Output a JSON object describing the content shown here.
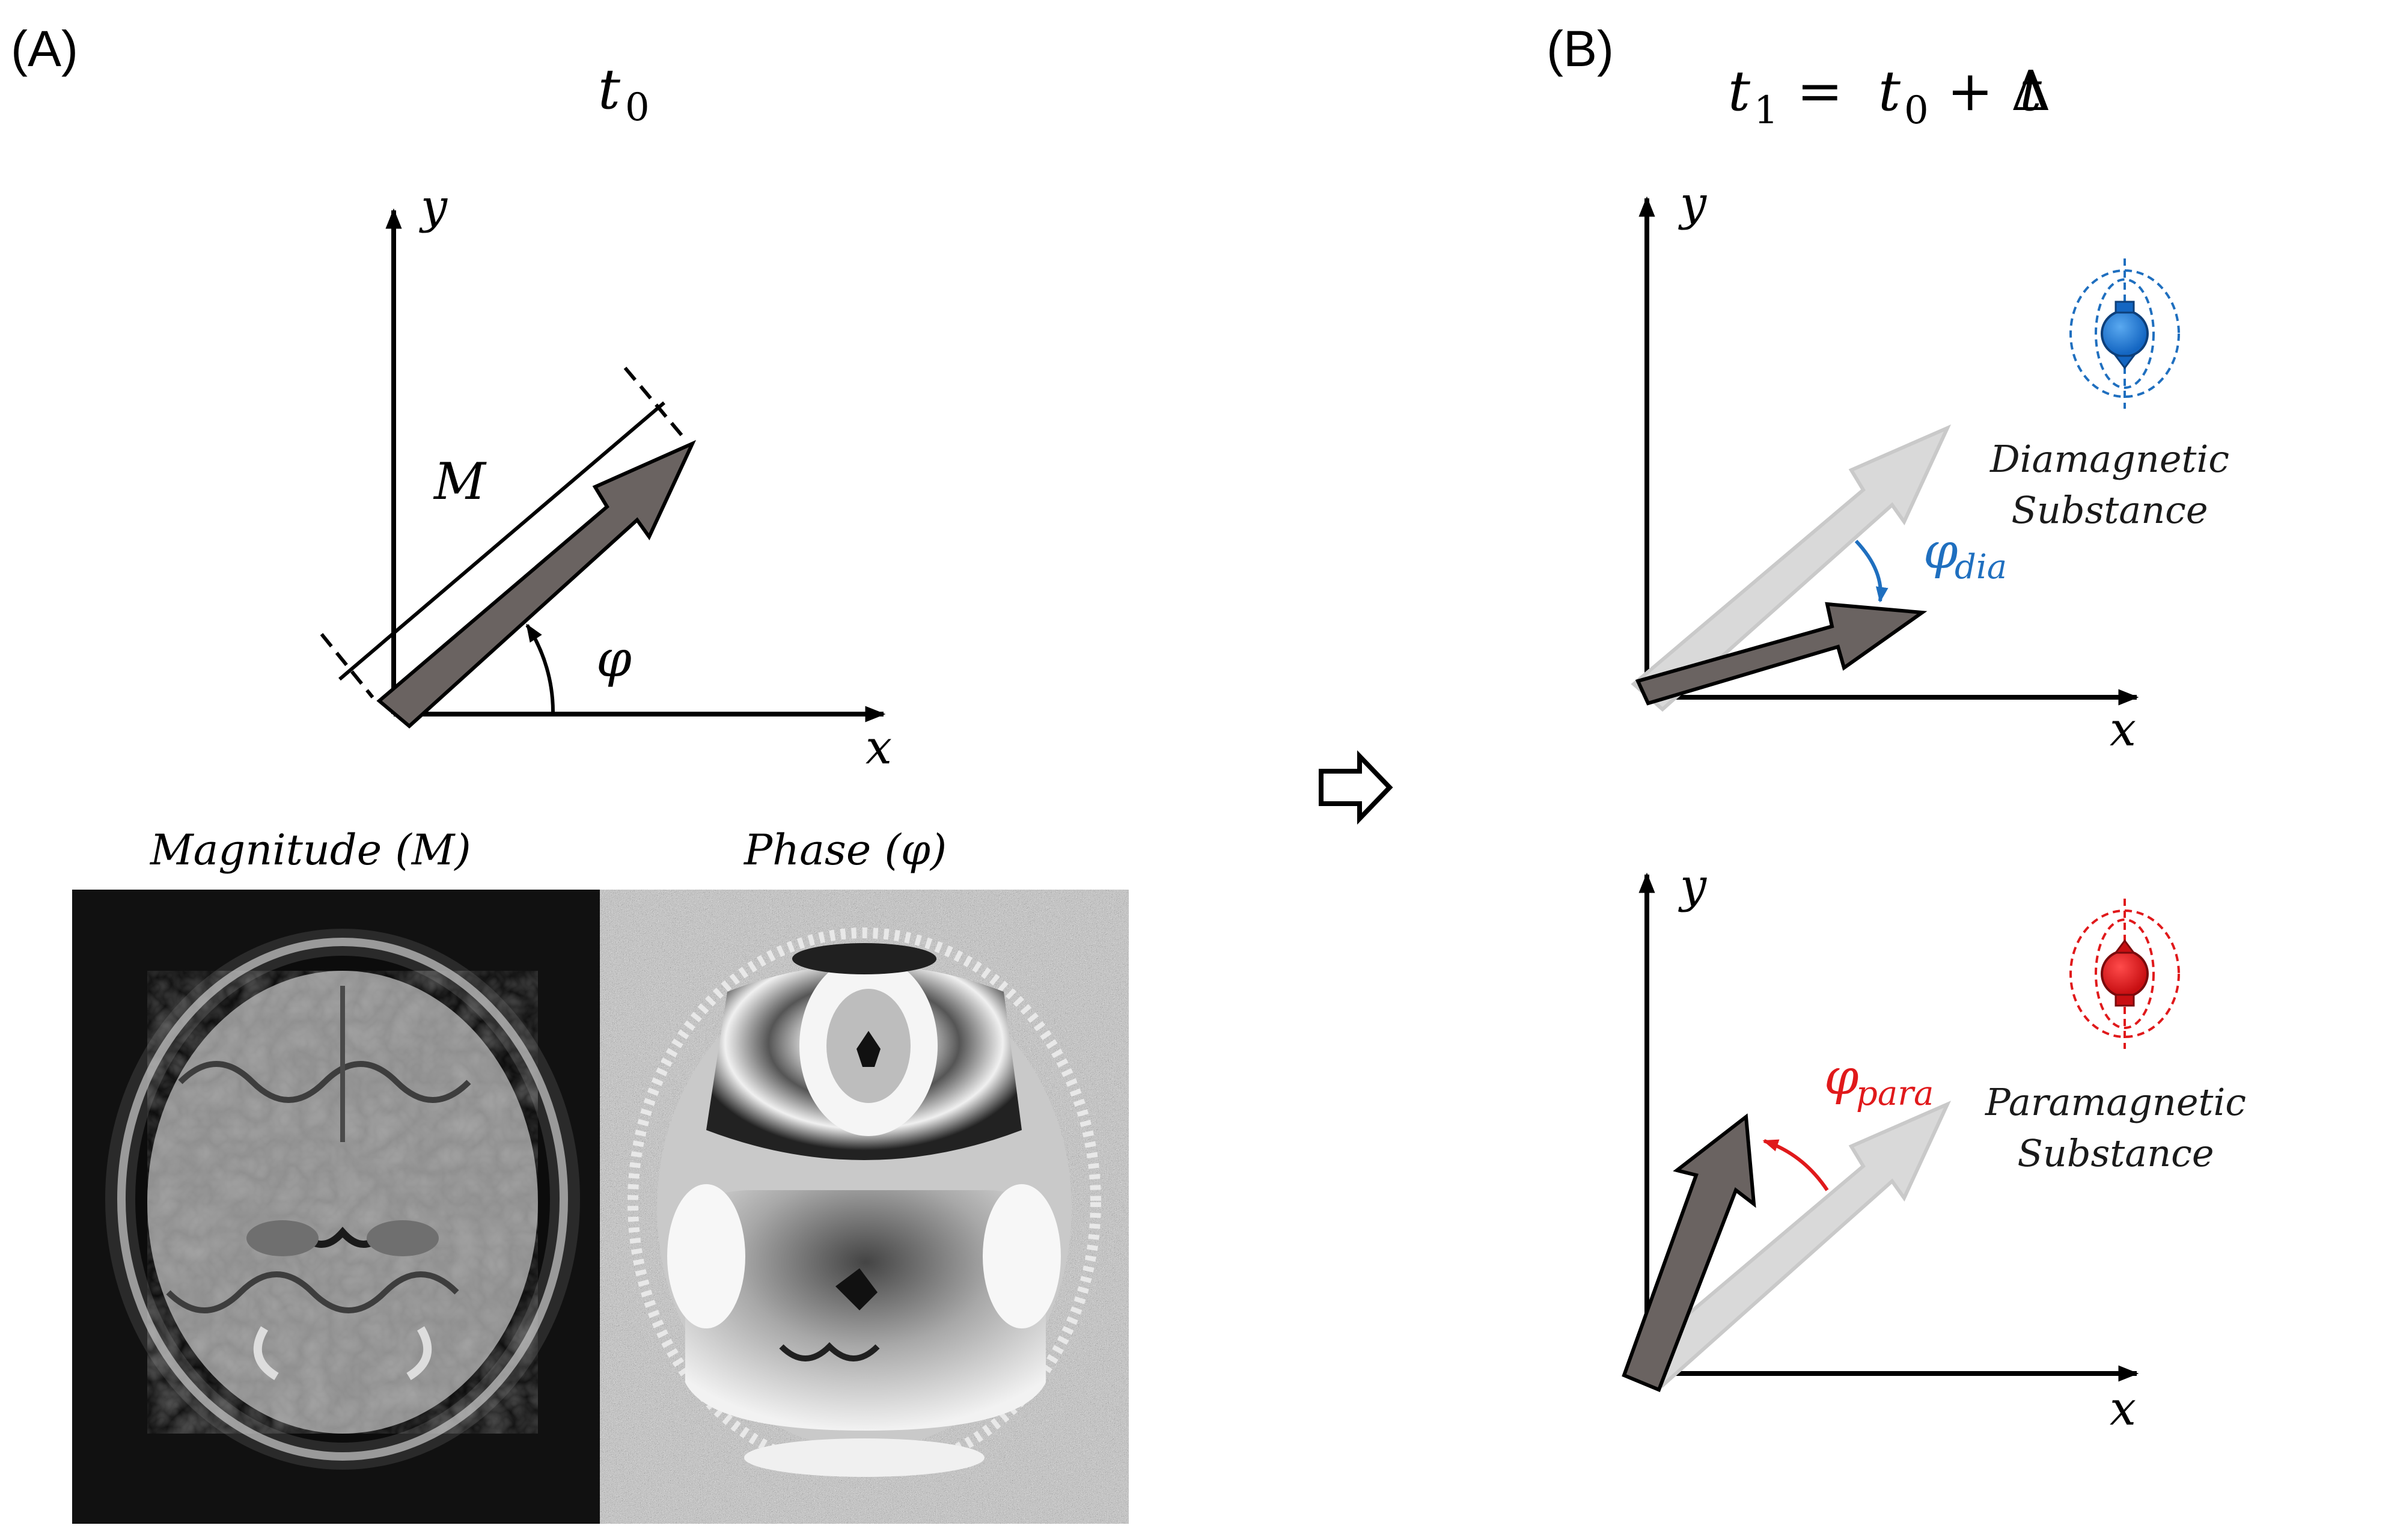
{
  "panel_a": {
    "label": "(A)",
    "time_label": "t",
    "time_sub": "0",
    "axis_x": "x",
    "axis_y": "y",
    "magnitude_symbol": "M",
    "phase_symbol": "φ",
    "magnitude_caption": "Magnitude (M)",
    "phase_caption": "Phase (φ)"
  },
  "transition_arrow_icon": "hollow-right-arrow-icon",
  "panel_b": {
    "label": "(B)",
    "time_equation": {
      "lhs": "t",
      "lhs_sub": "1",
      "eq": " = ",
      "t0": "t",
      "t0_sub": "0",
      "plus": " + Δ",
      "dt": "t"
    },
    "diamagnetic": {
      "axis_x": "x",
      "axis_y": "y",
      "phase_symbol": "φ",
      "phase_sub": "dia",
      "substance_line1": "Diamagnetic",
      "substance_line2": "Substance",
      "color": "#1f6fbf",
      "icon": "blue-dipole-icon",
      "rotation": "clockwise"
    },
    "paramagnetic": {
      "axis_x": "x",
      "axis_y": "y",
      "phase_symbol": "φ",
      "phase_sub": "para",
      "substance_line1": "Paramagnetic",
      "substance_line2": "Substance",
      "color": "#e0191b",
      "icon": "red-dipole-icon",
      "rotation": "counterclockwise"
    }
  },
  "colors": {
    "vector_dark": "#6a6361",
    "vector_light": "#d9d9d9",
    "axis": "#000000"
  }
}
